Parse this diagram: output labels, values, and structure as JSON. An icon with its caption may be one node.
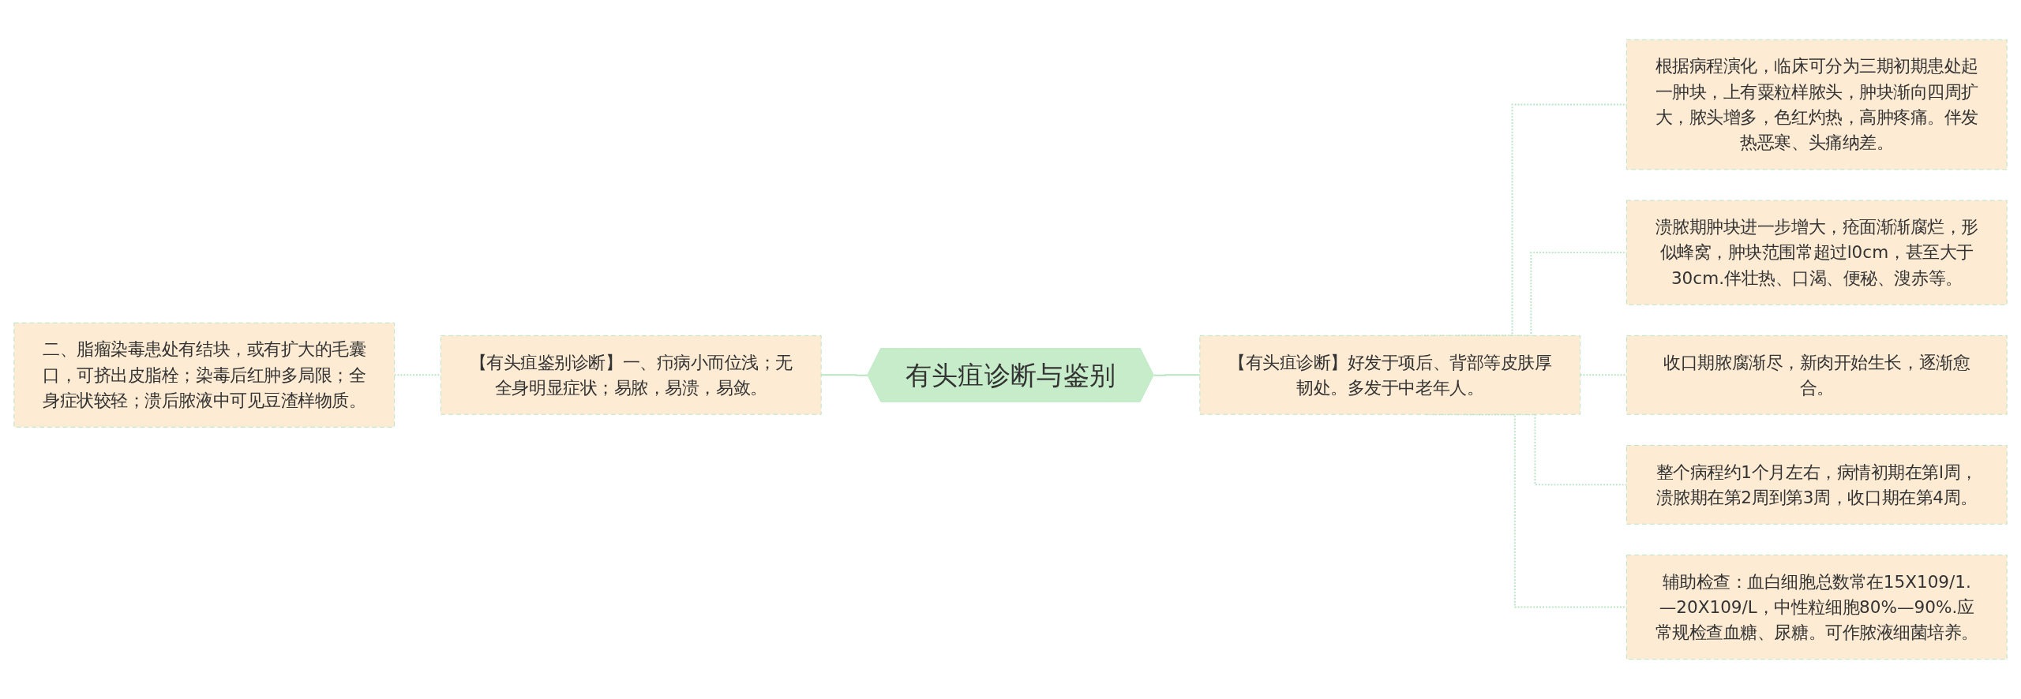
{
  "diagram": {
    "nodes": [
      {
        "text": [
          "有头疽诊断与鉴别"
        ]
      },
      {
        "text": [
          "【有头疽诊断】好发于项后、背部等皮肤厚韧处。多发于中老年人。"
        ]
      },
      {
        "text": [
          "根据病程演化，临床可分为三期初期患处起一肿块，上有粟粒样脓头，肿块渐向四周扩大，脓头增多，色红灼热，高肿疼痛。伴发热恶寒、头痛纳差。"
        ]
      },
      {
        "text": [
          "溃脓期肿块进一步增大，疮面渐渐腐烂，形似蜂窝，肿块范围常超过l0cm，甚至大于30cm.伴壮热、口渴、便秘、溲赤等。"
        ]
      },
      {
        "text": [
          "收口期脓腐渐尽，新肉开始生长，逐渐愈合。"
        ]
      },
      {
        "text": [
          "整个病程约1个月左右，病情初期在第l周，溃脓期在第2周到第3周，收口期在第4周。"
        ]
      },
      {
        "text": [
          "辅助检查：血白细胞总数常在15X109/1.—20X109/L，中性粒细胞80%—90%.应常规检查血糖、尿糖。可作脓液细菌培养。"
        ]
      },
      {
        "text": [
          "【有头疽鉴别诊断】一、疖病小而位浅；无全身明显症状；易脓，易溃，易敛。"
        ]
      },
      {
        "text": [
          "二、脂瘤染毒患处有结块，或有扩大的毛囊口，可挤出皮脂栓；染毒后红肿多局限；全身症状较轻；溃后脓液中可见豆渣样物质。"
        ]
      }
    ],
    "edges": [
      {
        "from": 0,
        "to": 1,
        "arrow": "none"
      },
      {
        "from": 1,
        "to": 2,
        "arrow": "none",
        "style": "dashed"
      },
      {
        "from": 1,
        "to": 3,
        "arrow": "none",
        "style": "dashed"
      },
      {
        "from": 1,
        "to": 4,
        "arrow": "none",
        "style": "dashed"
      },
      {
        "from": 1,
        "to": 5,
        "arrow": "none",
        "style": "dashed"
      },
      {
        "from": 1,
        "to": 6,
        "arrow": "none",
        "style": "dashed"
      },
      {
        "from": 7,
        "to": 0,
        "arrow": "none"
      },
      {
        "from": 8,
        "to": 7,
        "arrow": "none",
        "style": "dashed"
      }
    ]
  }
}
